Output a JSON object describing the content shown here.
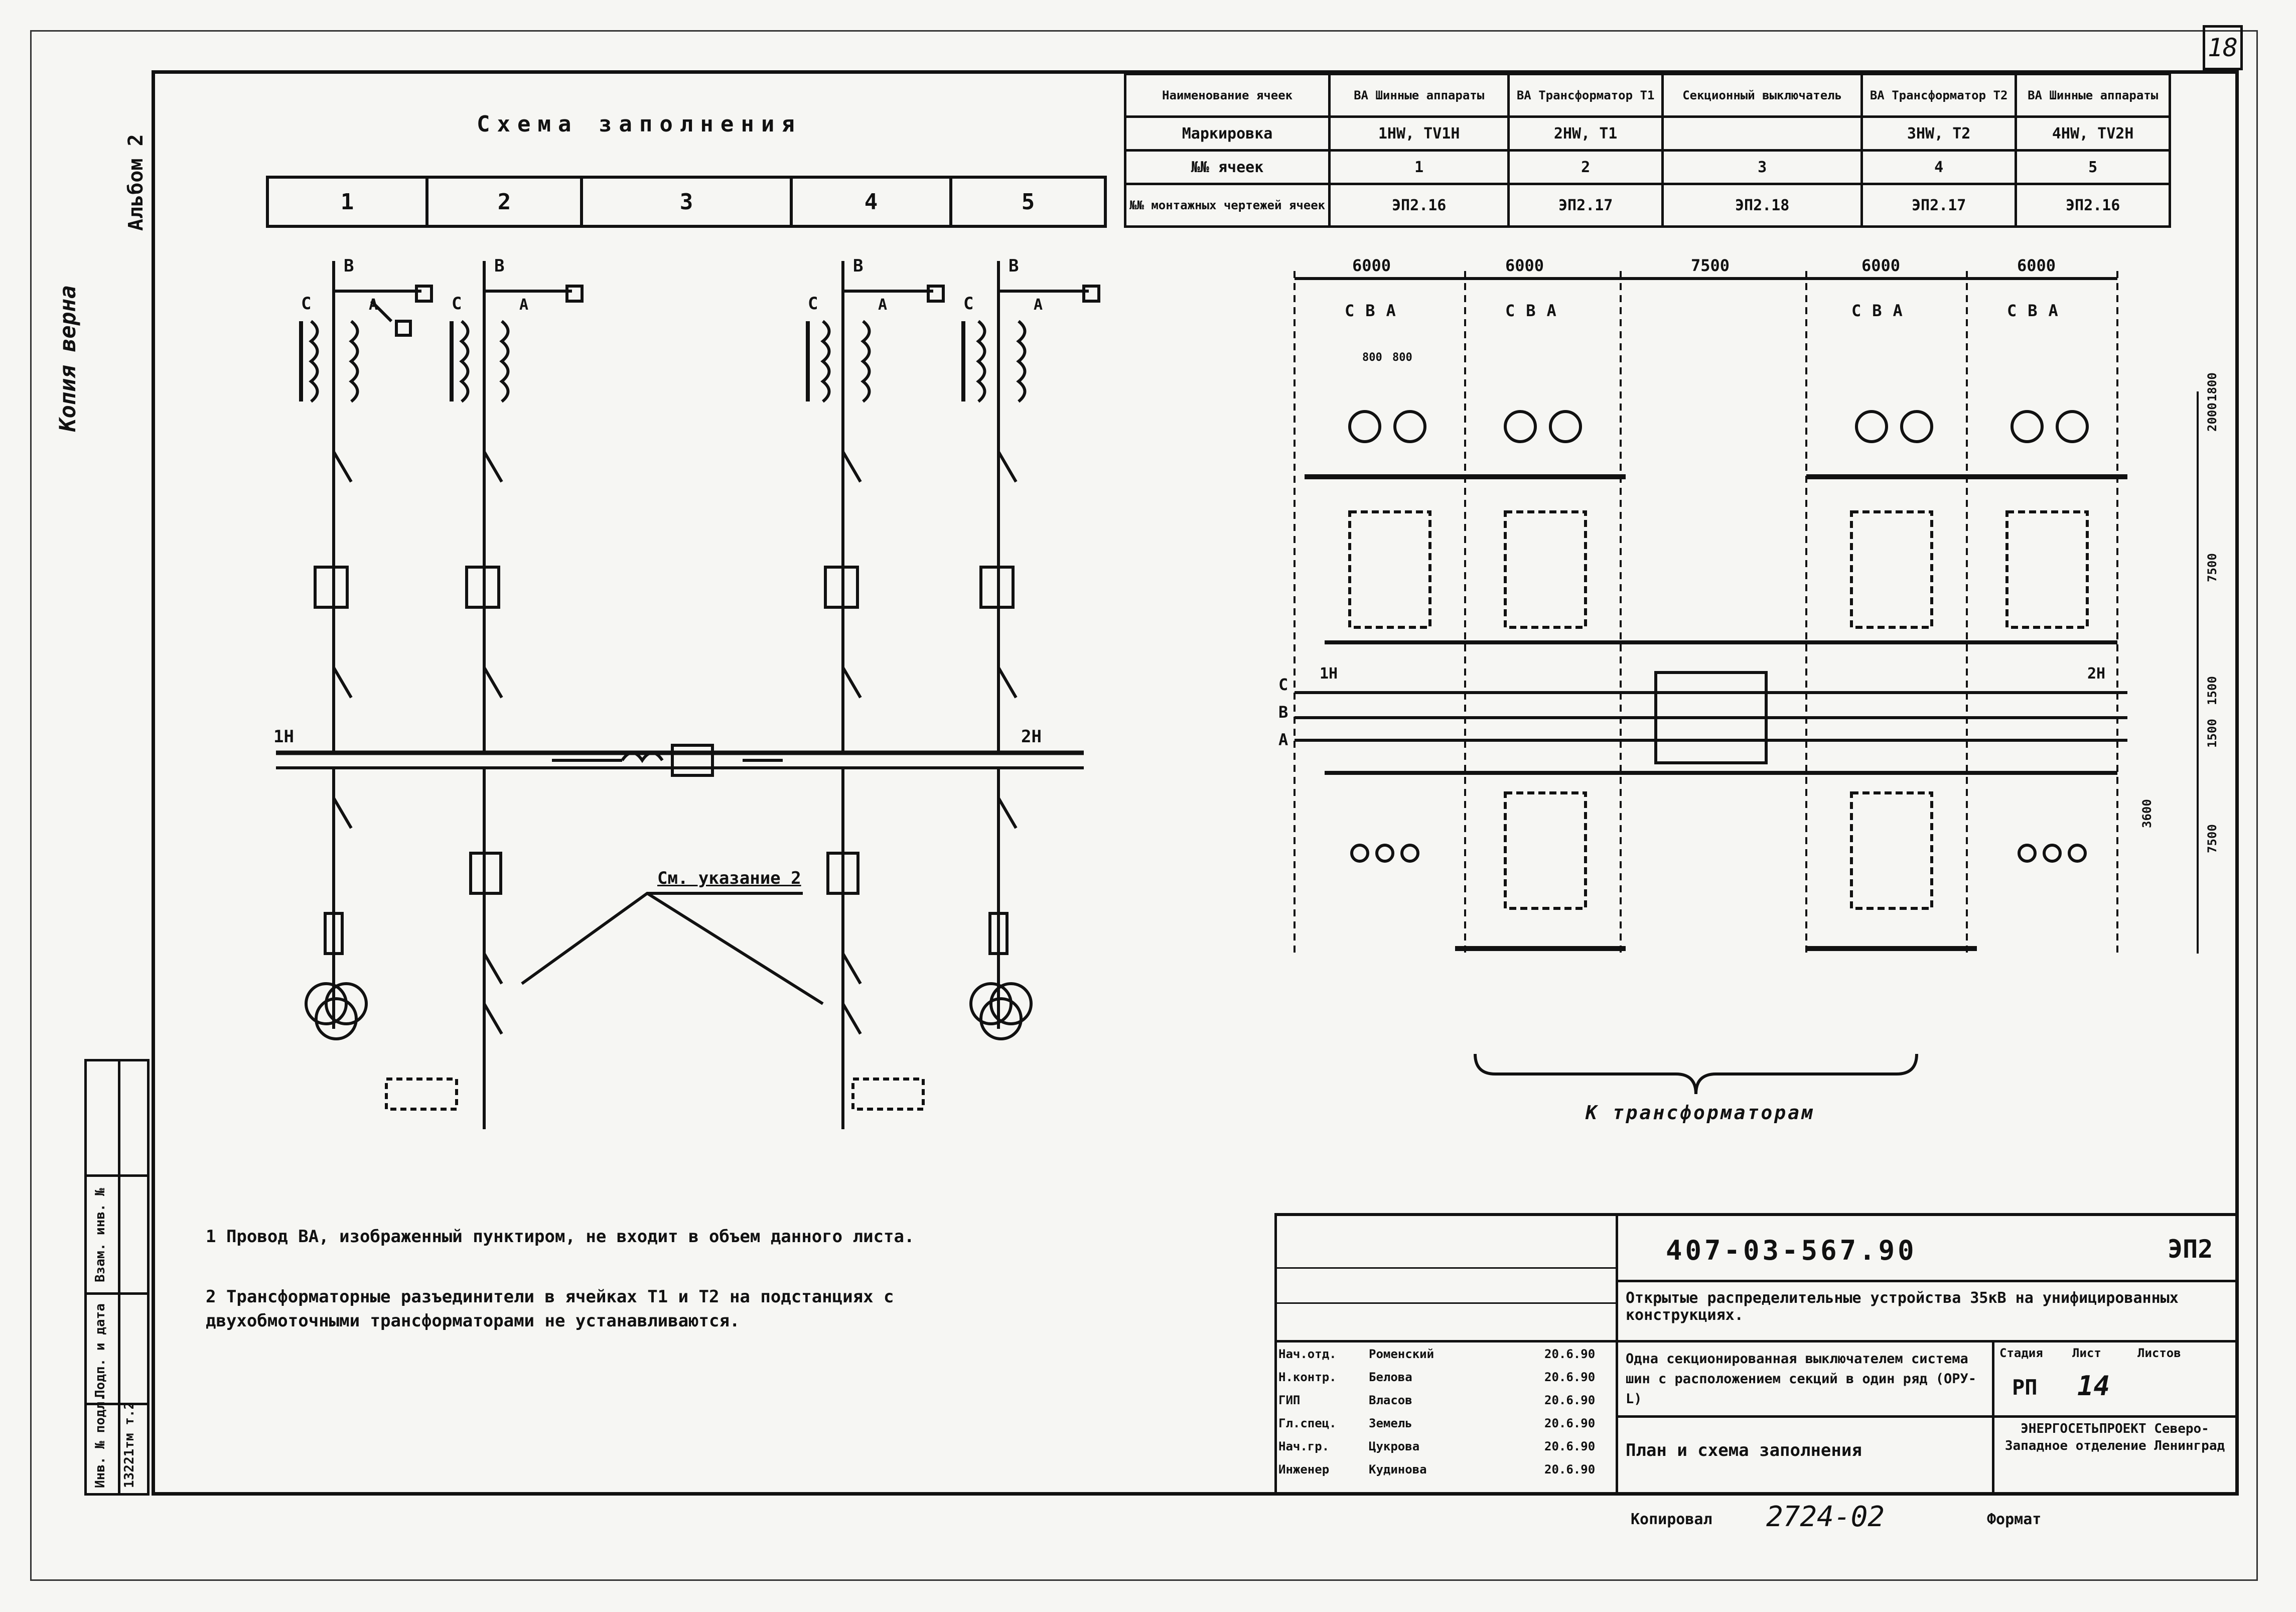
{
  "sheet_number": "18",
  "side_labels": {
    "copy_correct": "Копия верна",
    "album": "Альбом 2",
    "stamp_cells": [
      "Инв. № подл.",
      "13221тм т.2",
      "Подп. и дата",
      "Взам. инв. №"
    ]
  },
  "schema_title": "Схема заполнения",
  "cell_numbers": [
    "1",
    "2",
    "3",
    "4",
    "5"
  ],
  "cell_table": {
    "header": [
      "Наименование ячеек",
      "ВА Шинные аппараты",
      "ВА Трансформатор Т1",
      "Секционный выключатель",
      "ВА Трансформатор Т2",
      "ВА Шинные аппараты"
    ],
    "rows": [
      [
        "Маркировка",
        "1НW, TV1Н",
        "2НW, Т1",
        "",
        "3НW, Т2",
        "4НW, TV2Н"
      ],
      [
        "№№ ячеек",
        "1",
        "2",
        "3",
        "4",
        "5"
      ],
      [
        "№№ монтажных чертежей ячеек",
        "ЭП2.16",
        "ЭП2.17",
        "ЭП2.18",
        "ЭП2.17",
        "ЭП2.16"
      ]
    ]
  },
  "dimensions_top": [
    "6000",
    "6000",
    "7500",
    "6000",
    "6000"
  ],
  "phase_labels": [
    "С",
    "В",
    "А"
  ],
  "left_phase_labels": [
    "С",
    "В",
    "А"
  ],
  "bus_labels": {
    "left": "1Н",
    "right": "2Н"
  },
  "side_dimensions": [
    "2000",
    "1800",
    "7500",
    "1500",
    "1500",
    "3600",
    "7500"
  ],
  "small_dims": [
    "800",
    "800"
  ],
  "schematic_labels": {
    "phase_b": "В",
    "phase_c": "С",
    "phase_a": "А",
    "bus_left": "1Н",
    "bus_right": "2Н",
    "callout": "См. указание 2"
  },
  "to_transformers": "К трансформаторам",
  "notes": [
    "1  Провод ВА, изображенный пунктиром, не входит в объем данного листа.",
    "2  Трансформаторные разъединители в ячейках Т1 и Т2 на подстанциях с двухобмоточными трансформаторами не устанавливаются."
  ],
  "title_block": {
    "doc_code": "407-03-567.90",
    "doc_suffix": "ЭП2",
    "project_title": "Открытые распределительные устройства 35кВ на унифицированных конструкциях.",
    "sub_title": "Одна секционированная выключателем система шин с расположением секций в один ряд (ОРУ-L)",
    "sheet_title": "План и схема заполнения",
    "stage_label": "Стадия",
    "sheet_label": "Лист",
    "sheets_label": "Листов",
    "stage": "РП",
    "sheet": "14",
    "sheets": "",
    "org": "ЭНЕРГОСЕТЬПРОЕКТ Северо-Западное отделение Ленинград",
    "people": [
      {
        "role": "Нач.отд.",
        "name": "Роменский",
        "date": "20.6.90"
      },
      {
        "role": "Н.контр.",
        "name": "Белова",
        "date": "20.6.90"
      },
      {
        "role": "ГИП",
        "name": "Власов",
        "date": "20.6.90"
      },
      {
        "role": "Гл.спец.",
        "name": "Земель",
        "date": "20.6.90"
      },
      {
        "role": "Нач.гр.",
        "name": "Цукрова",
        "date": "20.6.90"
      },
      {
        "role": "Инженер",
        "name": "Кудинова",
        "date": "20.6.90"
      }
    ],
    "copied_label": "Копировал",
    "copy_number": "2724-02",
    "format_label": "Формат"
  }
}
